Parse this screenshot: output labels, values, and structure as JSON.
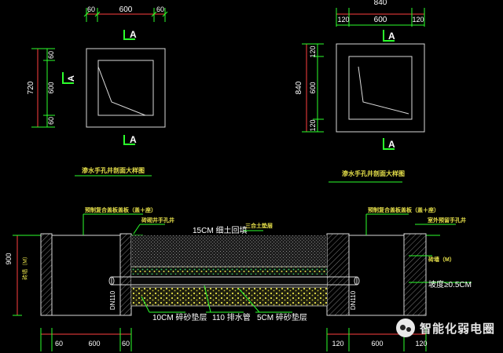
{
  "plan_left": {
    "dims_top": [
      "60",
      "600",
      "60"
    ],
    "dims_side": [
      "60",
      "600",
      "60"
    ],
    "total_side": "720",
    "section_mark": "A",
    "caption": "渗水手孔井剖面大样图"
  },
  "plan_right": {
    "dims_top": [
      "120",
      "600",
      "120"
    ],
    "total_top": "840",
    "dims_side": [
      "120",
      "600",
      "120"
    ],
    "total_side": "840",
    "section_mark": "A",
    "caption": "渗水手孔井剖面大样图"
  },
  "section": {
    "left_lid_label": "预制复合盖板盖板（盖＋座）",
    "right_lid_label": "预制复合盖板盖板（盖＋座）",
    "left_wall_label": "砖砌井手孔井",
    "right_wall_label": "室外预留手孔井",
    "soil_label": "15CM 细土回填",
    "lime_label": "三合土垫层",
    "left_side_label": "砖墙（M）",
    "right_side_label": "砖墙（M）",
    "depth_label": "900",
    "pipe_label": "DN110",
    "pipe_label_right": "DN110",
    "slope_label": "坡度≥0.5CM",
    "gravel1_label": "10CM 碎砂垫层",
    "pipe_bed_label": "110 排水管",
    "gravel2_label": "5CM 碎砂垫层",
    "dims_bottom_left": [
      "60",
      "600",
      "60"
    ],
    "dims_bottom_right": [
      "120",
      "600",
      "120"
    ]
  },
  "watermark": {
    "text": "智能化弱电圈"
  }
}
